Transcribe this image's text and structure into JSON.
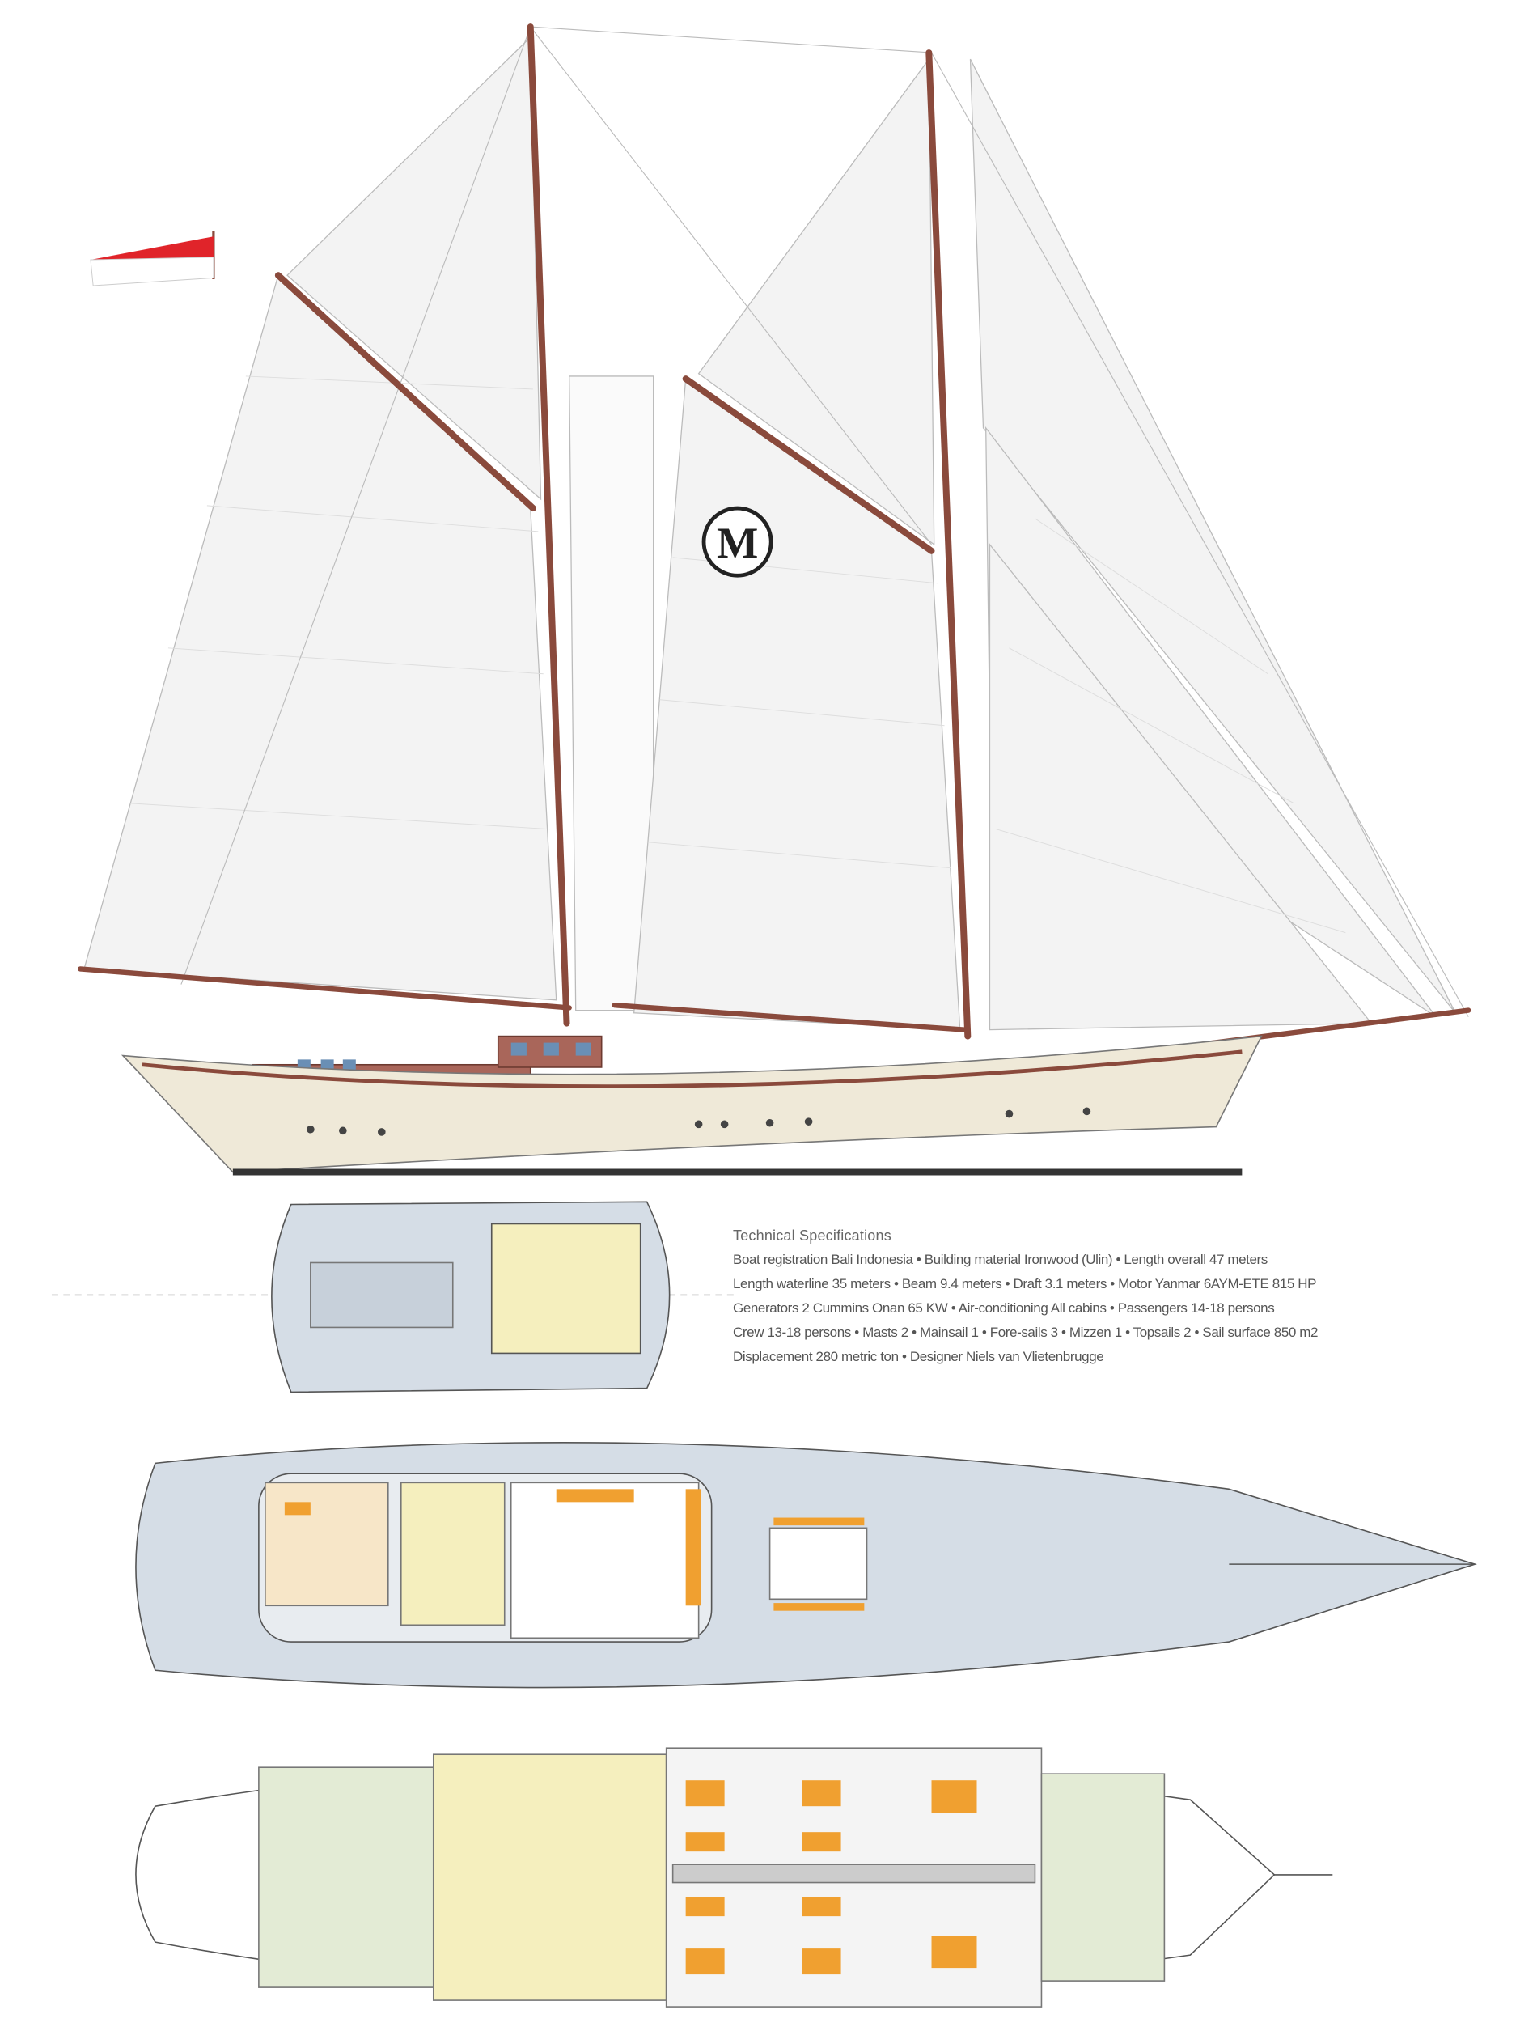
{
  "logo": {
    "letter": "M"
  },
  "colors": {
    "sail": "#f2f2f2",
    "spar": "#8a4a3c",
    "hull": "#efe9d8",
    "cabin": "#a9665a",
    "flag": "#e0242a",
    "deck_blue": "#d5dde6",
    "cabin_orange": "#f0a030",
    "cabin_yellow": "#f5efbe",
    "cabin_green": "#e3ebd5"
  },
  "specs": {
    "title": "Technical Specifications",
    "lines": [
      "Boat registration Bali Indonesia  •  Building material Ironwood (Ulin)  •  Length overall 47 meters",
      "Length waterline 35 meters  •  Beam 9.4 meters  •  Draft 3.1 meters  •  Motor Yanmar 6AYM-ETE 815 HP",
      "Generators 2 Cummins Onan 65 KW  •  Air-conditioning All cabins  •  Passengers 14-18 persons",
      "Crew 13-18 persons  •  Masts 2  •  Mainsail 1  •  Fore-sails 3  •  Mizzen 1  •  Topsails 2  •  Sail surface 850 m2",
      "Displacement 280 metric ton  •  Designer Niels van Vlietenbrugge"
    ]
  }
}
